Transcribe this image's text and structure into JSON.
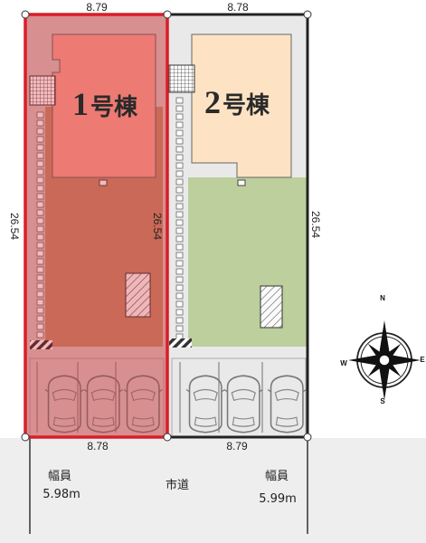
{
  "colors": {
    "lot1_highlight": "#d81e28",
    "lot1_fill": "#d9c0bc",
    "lot1_house": "#f6a394",
    "lot1_yard": "#c58a6c",
    "lot2_fill": "#e9e9e9",
    "lot2_house": "#fde3c3",
    "lot2_yard": "#bccf9c",
    "road": "#eeeeee"
  },
  "lots": [
    {
      "building_number": "1",
      "building_suffix": "号棟",
      "dimensions": {
        "top": "8.79",
        "bottom": "8.78",
        "left": "26.54",
        "right": "26.54"
      }
    },
    {
      "building_number": "2",
      "building_suffix": "号棟",
      "dimensions": {
        "top": "8.78",
        "bottom": "8.79",
        "right": "26.54"
      }
    }
  ],
  "road": {
    "name": "市道",
    "left_width_label": "幅員",
    "left_width_value": "5.98m",
    "right_width_label": "幅員",
    "right_width_value": "5.99m"
  },
  "compass": {
    "north": "N",
    "east": "E",
    "south": "S",
    "west": "W"
  }
}
